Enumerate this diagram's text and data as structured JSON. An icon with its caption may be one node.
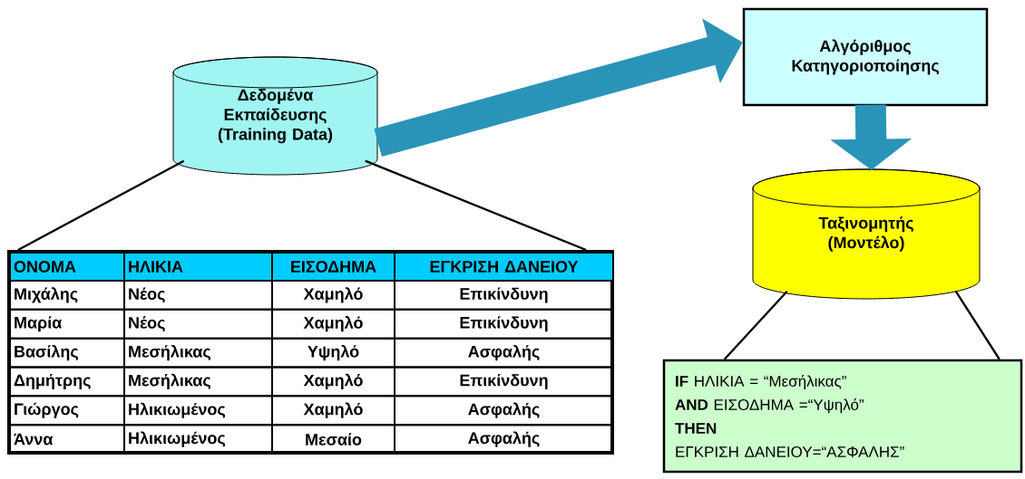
{
  "diagram": {
    "nodes": [
      {
        "text": [
          "Δεδομένα Εκπαίδευσης (Training Data)"
        ]
      },
      {
        "text": [],
        "shape": "table"
      },
      {
        "text": [
          "Αλγόριθμος Κατηγοριοποίησης"
        ]
      },
      {
        "text": [
          "Ταξινομητής (Μοντέλο)"
        ]
      },
      {
        "text": [
          "**IF** ΗΛΙΚΙΑ = “Μεσήλικας”",
          "**AND** ΕΙΣΟΔΗΜΑ =“Υψηλό”",
          "**THEN**",
          "ΕΓΚΡΙΣΗ ΔΑΝΕΙΟΥ=“ΑΣΦΑΛΗΣ”"
        ]
      }
    ],
    "edges": [
      {
        "from": 0,
        "to": 1,
        "arrow": "none"
      },
      {
        "from": 0,
        "to": 1,
        "arrow": "none"
      },
      {
        "from": 0,
        "to": 2,
        "arrow": "to",
        "style": "thick",
        "color": "#2a94b8"
      },
      {
        "from": 2,
        "to": 3,
        "arrow": "to",
        "style": "thick",
        "color": "#2a94b8"
      },
      {
        "from": 3,
        "to": 4,
        "arrow": "none"
      },
      {
        "from": 3,
        "to": 4,
        "arrow": "none"
      }
    ],
    "labels": [
      "ΟΝΟΜΑ",
      "ΗΛΙΚΙΑ",
      "ΕΙΣΟΔΗΜΑ",
      "ΕΓΚΡΙΣΗ ΔΑΝΕΙΟΥ",
      "Μιχάλης",
      "Νέος",
      "Χαμηλό",
      "Επικίνδυνη",
      "Μαρία",
      "Νέος",
      "Χαμηλό",
      "Επικίνδυνη",
      "Βασίλης",
      "Μεσήλικας",
      "Υψηλό",
      "Ασφαλής",
      "Δημήτρης",
      "Μεσήλικας",
      "Χαμηλό",
      "Επικίνδυνη",
      "Γιώργος",
      "Ηλικιωμένος",
      "Χαμηλό",
      "Ασφαλής",
      "Άννα",
      "Ηλικιωμένος",
      "Μεσαίο",
      "Ασφαλής"
    ]
  }
}
